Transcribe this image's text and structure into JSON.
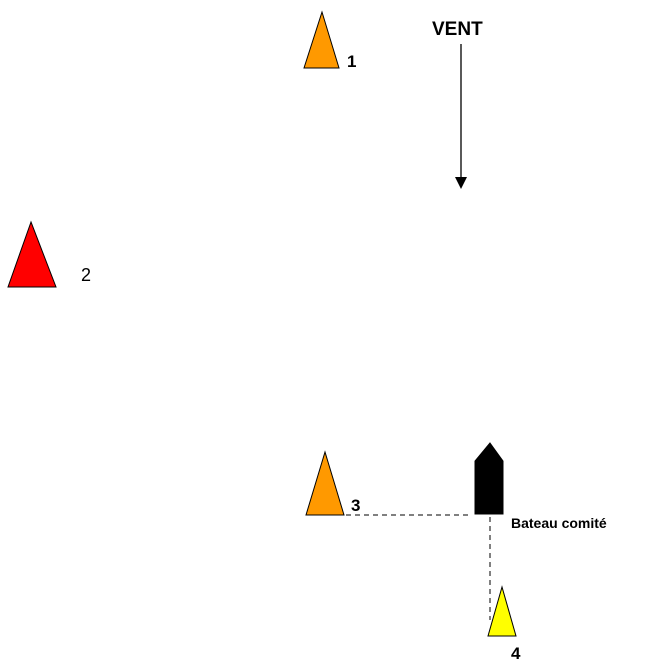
{
  "wind": {
    "label": "VENT"
  },
  "marks": [
    {
      "id": "1",
      "label": "1",
      "color": "#ff9900"
    },
    {
      "id": "2",
      "label": "2",
      "color": "#ff0000"
    },
    {
      "id": "3",
      "label": "3",
      "color": "#ff9900"
    },
    {
      "id": "4",
      "label": "4",
      "color": "#ffff00"
    }
  ],
  "committee_boat": {
    "label": "Bateau comité",
    "color": "#000000"
  }
}
